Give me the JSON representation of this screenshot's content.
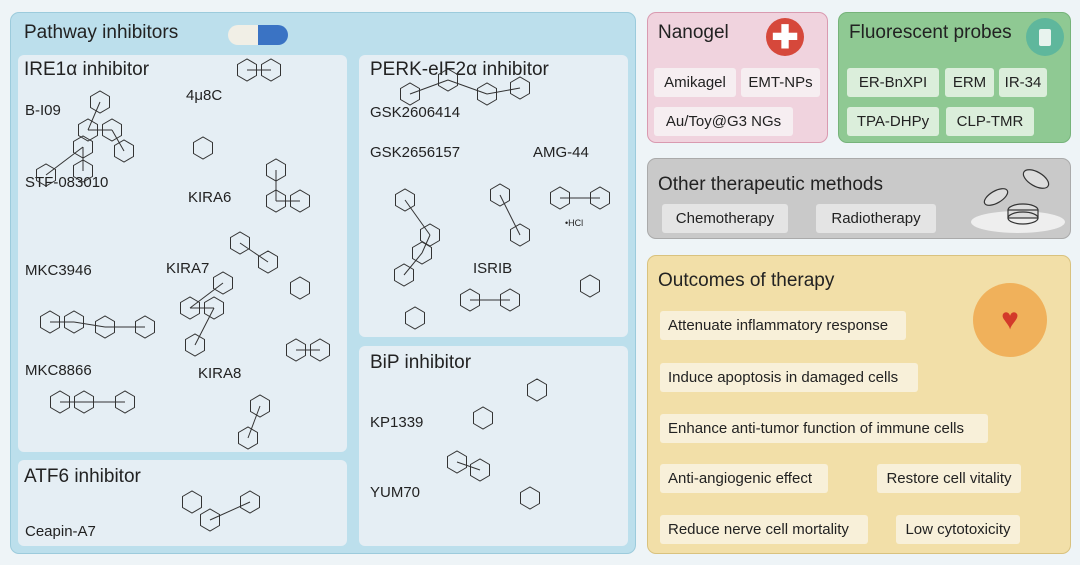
{
  "pathway": {
    "title": "Pathway inhibitors",
    "ire1": {
      "title": "IRE1α inhibitor",
      "compounds": [
        "B-I09",
        "4μ8C",
        "STF-083010",
        "KIRA6",
        "MKC3946",
        "KIRA7",
        "MKC8866",
        "KIRA8"
      ]
    },
    "atf6": {
      "title": "ATF6 inhibitor",
      "compounds": [
        "Ceapin-A7"
      ]
    },
    "perk": {
      "title": "PERK-eIF2α inhibitor",
      "compounds": [
        "GSK2606414",
        "GSK2656157",
        "AMG-44",
        "ISRIB"
      ],
      "hcl": "•HCl"
    },
    "bip": {
      "title": "BiP inhibitor",
      "compounds": [
        "KP1339",
        "YUM70"
      ]
    }
  },
  "nanogel": {
    "title": "Nanogel",
    "items": [
      "Amikagel",
      "EMT-NPs",
      "Au/Toy@G3 NGs"
    ]
  },
  "probes": {
    "title": "Fluorescent probes",
    "items": [
      "ER-BnXPI",
      "ERM",
      "IR-34",
      "TPA-DHPy",
      "CLP-TMR"
    ]
  },
  "other": {
    "title": "Other therapeutic methods",
    "items": [
      "Chemotherapy",
      "Radiotherapy"
    ]
  },
  "outcomes": {
    "title": "Outcomes of therapy",
    "items": [
      "Attenuate inflammatory response",
      "Induce apoptosis in damaged cells",
      "Enhance anti-tumor function of immune cells",
      "Anti-angiogenic effect",
      "Restore cell vitality",
      "Reduce nerve cell mortality",
      "Low cytotoxicity"
    ]
  },
  "colors": {
    "pathway": "#bcdfec",
    "nanogel": "#f0d3de",
    "probes": "#8fc993",
    "other": "#c9c9c9",
    "outcomes": "#f2dfa8"
  }
}
